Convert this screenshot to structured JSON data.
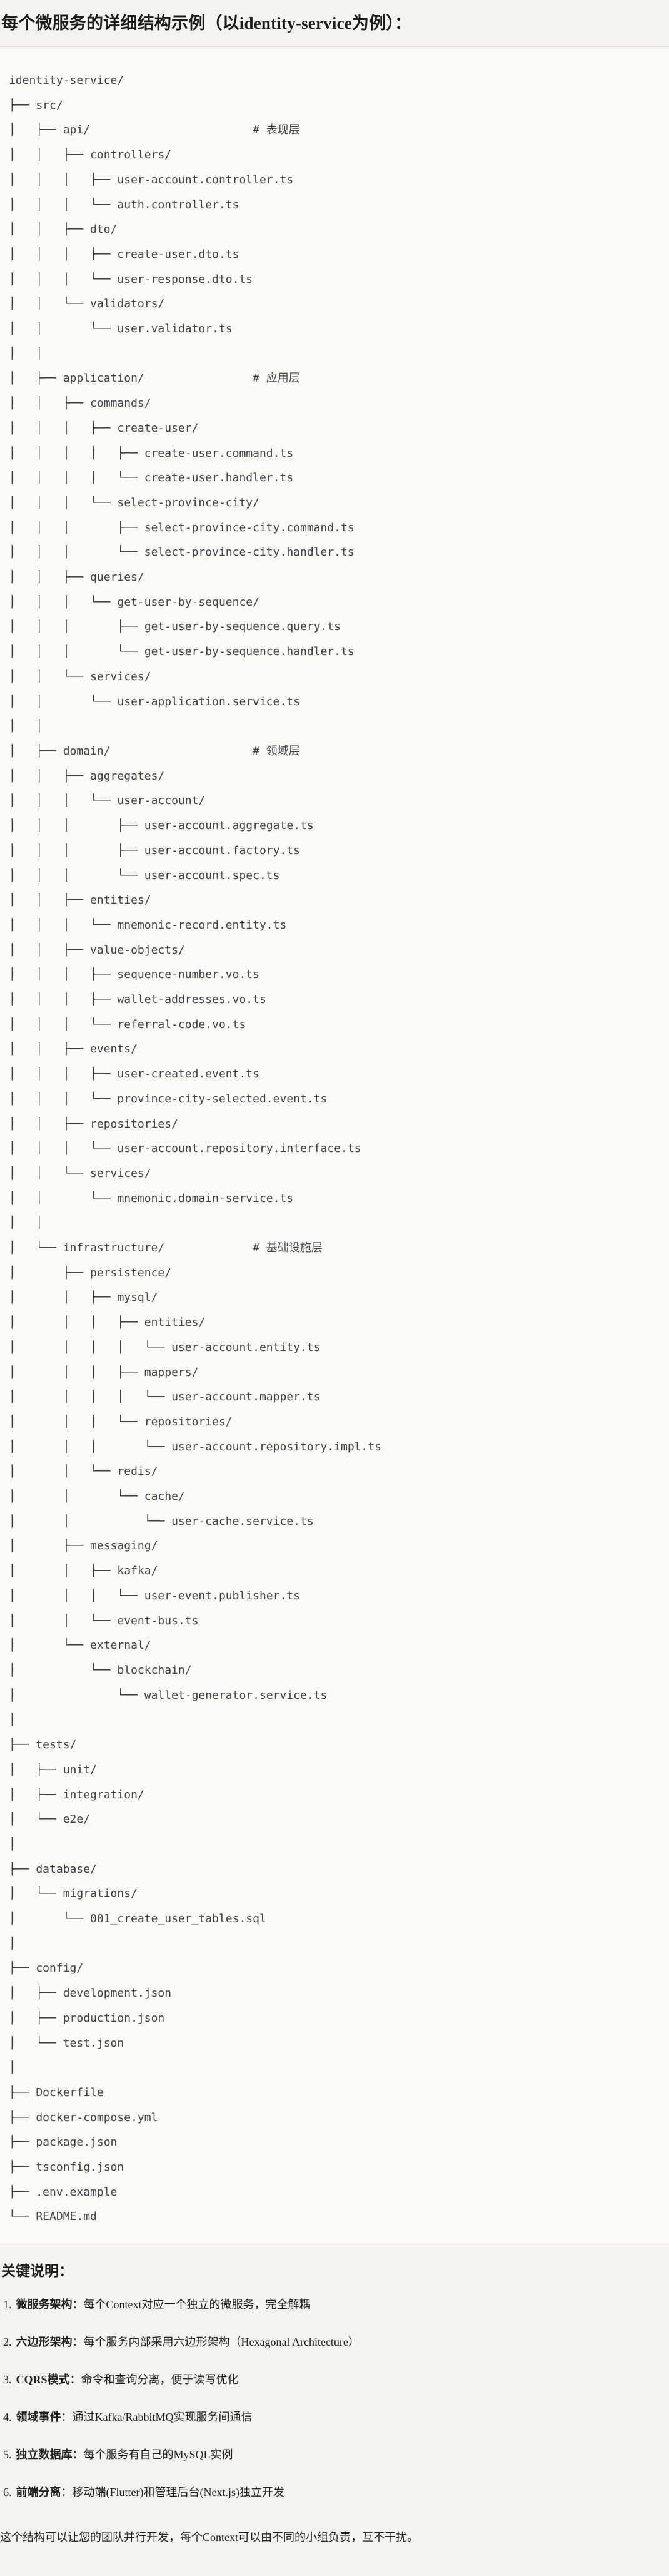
{
  "title": "每个微服务的详细结构示例（以identity-service为例）：",
  "tree": {
    "lines": [
      "identity-service/",
      "├── src/",
      "│   ├── api/                        # 表现层",
      "│   │   ├── controllers/",
      "│   │   │   ├── user-account.controller.ts",
      "│   │   │   └── auth.controller.ts",
      "│   │   ├── dto/",
      "│   │   │   ├── create-user.dto.ts",
      "│   │   │   └── user-response.dto.ts",
      "│   │   └── validators/",
      "│   │       └── user.validator.ts",
      "│   │",
      "│   ├── application/                # 应用层",
      "│   │   ├── commands/",
      "│   │   │   ├── create-user/",
      "│   │   │   │   ├── create-user.command.ts",
      "│   │   │   │   └── create-user.handler.ts",
      "│   │   │   └── select-province-city/",
      "│   │   │       ├── select-province-city.command.ts",
      "│   │   │       └── select-province-city.handler.ts",
      "│   │   ├── queries/",
      "│   │   │   └── get-user-by-sequence/",
      "│   │   │       ├── get-user-by-sequence.query.ts",
      "│   │   │       └── get-user-by-sequence.handler.ts",
      "│   │   └── services/",
      "│   │       └── user-application.service.ts",
      "│   │",
      "│   ├── domain/                     # 领域层",
      "│   │   ├── aggregates/",
      "│   │   │   └── user-account/",
      "│   │   │       ├── user-account.aggregate.ts",
      "│   │   │       ├── user-account.factory.ts",
      "│   │   │       └── user-account.spec.ts",
      "│   │   ├── entities/",
      "│   │   │   └── mnemonic-record.entity.ts",
      "│   │   ├── value-objects/",
      "│   │   │   ├── sequence-number.vo.ts",
      "│   │   │   ├── wallet-addresses.vo.ts",
      "│   │   │   └── referral-code.vo.ts",
      "│   │   ├── events/",
      "│   │   │   ├── user-created.event.ts",
      "│   │   │   └── province-city-selected.event.ts",
      "│   │   ├── repositories/",
      "│   │   │   └── user-account.repository.interface.ts",
      "│   │   └── services/",
      "│   │       └── mnemonic.domain-service.ts",
      "│   │",
      "│   └── infrastructure/             # 基础设施层",
      "│       ├── persistence/",
      "│       │   ├── mysql/",
      "│       │   │   ├── entities/",
      "│       │   │   │   └── user-account.entity.ts",
      "│       │   │   ├── mappers/",
      "│       │   │   │   └── user-account.mapper.ts",
      "│       │   │   └── repositories/",
      "│       │   │       └── user-account.repository.impl.ts",
      "│       │   └── redis/",
      "│       │       └── cache/",
      "│       │           └── user-cache.service.ts",
      "│       ├── messaging/",
      "│       │   ├── kafka/",
      "│       │   │   └── user-event.publisher.ts",
      "│       │   └── event-bus.ts",
      "│       └── external/",
      "│           └── blockchain/",
      "│               └── wallet-generator.service.ts",
      "│",
      "├── tests/",
      "│   ├── unit/",
      "│   ├── integration/",
      "│   └── e2e/",
      "│",
      "├── database/",
      "│   └── migrations/",
      "│       └── 001_create_user_tables.sql",
      "│",
      "├── config/",
      "│   ├── development.json",
      "│   ├── production.json",
      "│   └── test.json",
      "│",
      "├── Dockerfile",
      "├── docker-compose.yml",
      "├── package.json",
      "├── tsconfig.json",
      "├── .env.example",
      "└── README.md"
    ]
  },
  "notes": {
    "heading": "关键说明：",
    "items": [
      {
        "num": "1.",
        "term": "微服务架构",
        "colon": "：",
        "desc": "每个Context对应一个独立的微服务，完全解耦"
      },
      {
        "num": "2.",
        "term": "六边形架构",
        "colon": "：",
        "desc": "每个服务内部采用六边形架构（Hexagonal Architecture）"
      },
      {
        "num": "3.",
        "term": "CQRS模式",
        "colon": "：",
        "desc": "命令和查询分离，便于读写优化"
      },
      {
        "num": "4.",
        "term": "领域事件",
        "colon": "：",
        "desc": "通过Kafka/RabbitMQ实现服务间通信"
      },
      {
        "num": "5.",
        "term": "独立数据库",
        "colon": "：",
        "desc": "每个服务有自己的MySQL实例"
      },
      {
        "num": "6.",
        "term": "前端分离",
        "colon": "：",
        "desc": "移动端(Flutter)和管理后台(Next.js)独立开发"
      }
    ]
  },
  "closing": "这个结构可以让您的团队并行开发，每个Context可以由不同的小组负责，互不干扰。"
}
